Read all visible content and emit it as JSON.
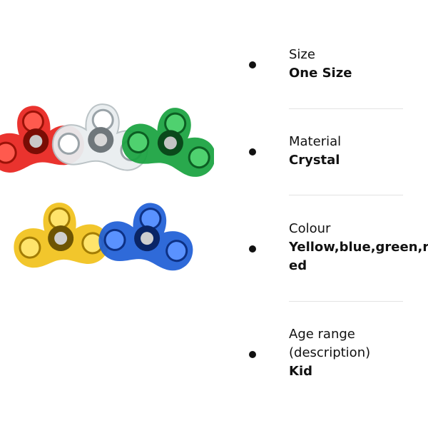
{
  "specs": [
    {
      "label": "Size",
      "value": "One Size"
    },
    {
      "label": "Material",
      "value": "Crystal"
    },
    {
      "label": "Colour",
      "value": "Yellow,blue,green,red"
    },
    {
      "label": "Age range (description)",
      "value": "Kid"
    }
  ],
  "spinners": [
    {
      "color": "red-spinner",
      "fill": "#e8221c",
      "dark": "#9c1208"
    },
    {
      "color": "clear-spinner",
      "fill": "#e9eef0",
      "dark": "#9aa3a8"
    },
    {
      "color": "green-spinner",
      "fill": "#19a33f",
      "dark": "#0c5f23"
    },
    {
      "color": "yellow-spinner",
      "fill": "#f1c21c",
      "dark": "#a37d05"
    },
    {
      "color": "blue-spinner",
      "fill": "#1f5fd6",
      "dark": "#0d3185"
    }
  ]
}
